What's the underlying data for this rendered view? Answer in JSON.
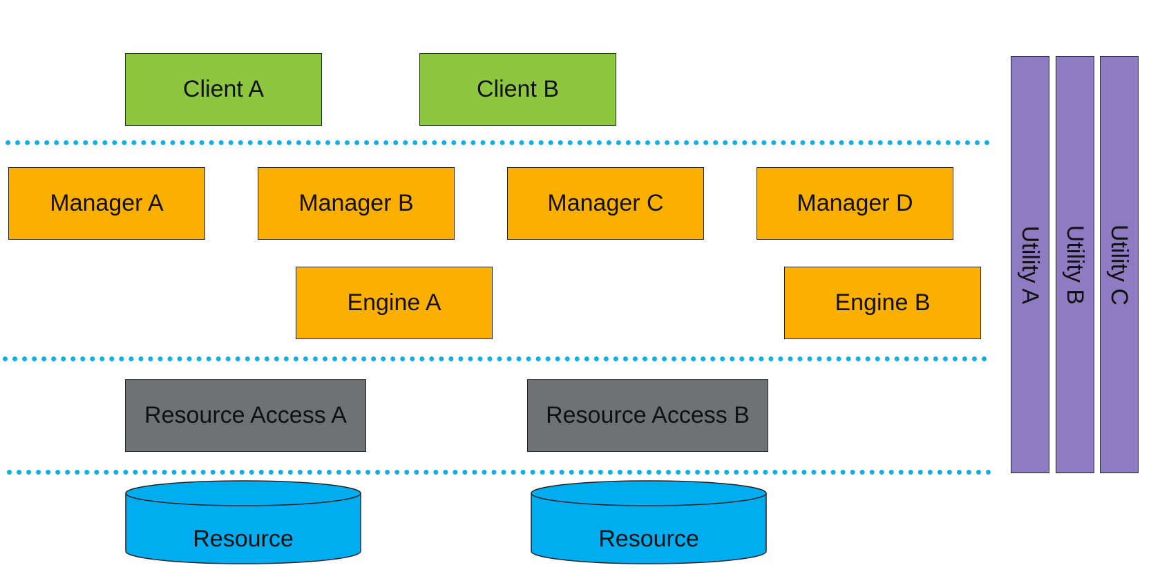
{
  "clients": [
    "Client A",
    "Client B"
  ],
  "managers": [
    "Manager A",
    "Manager B",
    "Manager C",
    "Manager D"
  ],
  "engines": [
    "Engine A",
    "Engine B"
  ],
  "resource_access": [
    "Resource Access A",
    "Resource Access B"
  ],
  "resources": [
    "Resource",
    "Resource"
  ],
  "utilities": [
    "Utility A",
    "Utility B",
    "Utility C"
  ],
  "colors": {
    "client": "#8dc63f",
    "manager": "#fbb000",
    "engine": "#fbb000",
    "resource_access": "#707175",
    "resource": "#00adef",
    "utility": "#8e7cc3",
    "divider": "#0fb0e6"
  }
}
